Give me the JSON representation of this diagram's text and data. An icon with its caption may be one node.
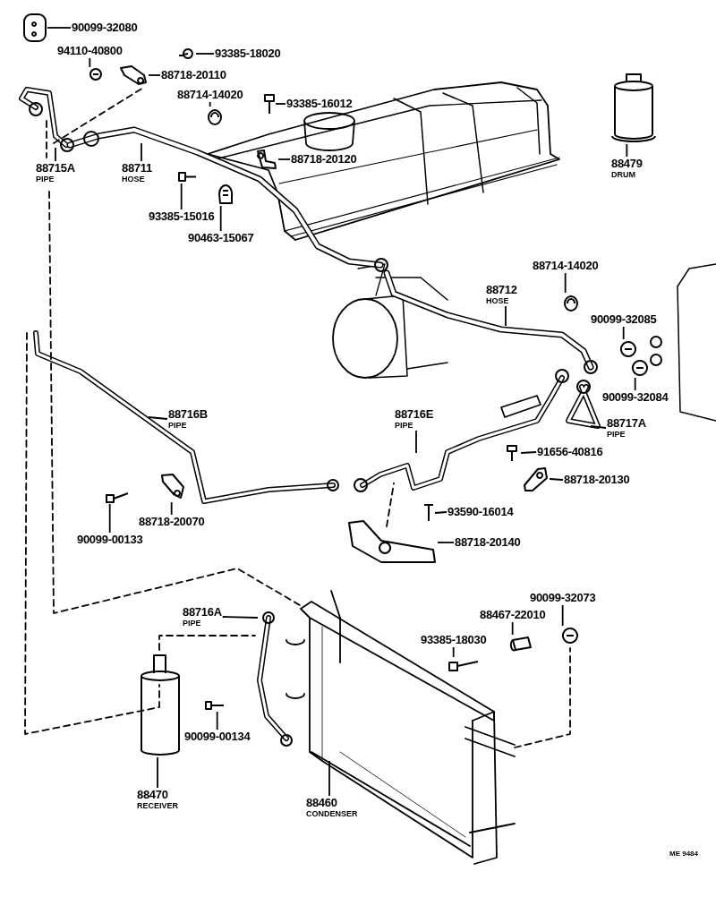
{
  "diagram": {
    "nodes": [
      {
        "text": [
          "90099-32080"
        ]
      },
      {
        "text": [
          "94110-40800"
        ]
      },
      {
        "text": [
          "93385-18020"
        ]
      },
      {
        "text": [
          "88718-20110"
        ]
      },
      {
        "text": [
          "88714-14020"
        ]
      },
      {
        "text": [
          "93385-16012"
        ]
      },
      {
        "text": [
          "88718-20120"
        ]
      },
      {
        "text": [
          "88715A",
          "PIPE"
        ]
      },
      {
        "text": [
          "88711",
          "HOSE"
        ]
      },
      {
        "text": [
          "93385-15016"
        ]
      },
      {
        "text": [
          "90463-15067"
        ]
      },
      {
        "text": [
          "88479",
          "DRUM"
        ]
      },
      {
        "text": [
          "88714-14020"
        ]
      },
      {
        "text": [
          "88712",
          "HOSE"
        ]
      },
      {
        "text": [
          "90099-32085"
        ]
      },
      {
        "text": [
          "90099-32084"
        ]
      },
      {
        "text": [
          "88716B",
          "PIPE"
        ]
      },
      {
        "text": [
          "88716E",
          "PIPE"
        ]
      },
      {
        "text": [
          "88717A",
          "PIPE"
        ]
      },
      {
        "text": [
          "91656-40816"
        ]
      },
      {
        "text": [
          "88718-20130"
        ]
      },
      {
        "text": [
          "88718-20070"
        ]
      },
      {
        "text": [
          "90099-00133"
        ]
      },
      {
        "text": [
          "93590-16014"
        ]
      },
      {
        "text": [
          "88718-20140"
        ]
      },
      {
        "text": [
          "88716A",
          "PIPE"
        ]
      },
      {
        "text": [
          "90099-32073"
        ]
      },
      {
        "text": [
          "88467-22010"
        ]
      },
      {
        "text": [
          "93385-18030"
        ]
      },
      {
        "text": [
          "90099-00134"
        ]
      },
      {
        "text": [
          "88470",
          "RECEIVER"
        ]
      },
      {
        "text": [
          "88460",
          "CONDENSER"
        ]
      },
      {
        "text": [],
        "shape": "picture"
      },
      {
        "text": [],
        "shape": "picture"
      },
      {
        "text": [],
        "shape": "picture"
      },
      {
        "text": [],
        "shape": "picture"
      },
      {
        "text": [],
        "shape": "picture"
      },
      {
        "text": [],
        "shape": "picture"
      },
      {
        "text": [],
        "shape": "picture"
      },
      {
        "text": [],
        "shape": "picture"
      },
      {
        "text": [],
        "shape": "picture"
      },
      {
        "text": [],
        "shape": "picture"
      },
      {
        "text": [],
        "shape": "picture"
      },
      {
        "text": [],
        "shape": "picture"
      },
      {
        "text": [],
        "shape": "picture"
      },
      {
        "text": [],
        "shape": "picture"
      },
      {
        "text": [],
        "shape": "picture"
      },
      {
        "text": [],
        "shape": "picture"
      },
      {
        "text": [],
        "shape": "picture"
      },
      {
        "text": [],
        "shape": "picture"
      },
      {
        "text": [],
        "shape": "picture"
      },
      {
        "text": [],
        "shape": "picture"
      },
      {
        "text": [],
        "shape": "picture"
      },
      {
        "text": [],
        "shape": "picture"
      },
      {
        "text": [],
        "shape": "picture"
      },
      {
        "text": [],
        "shape": "picture"
      }
    ],
    "edges": [
      {
        "from": 0,
        "to": 32,
        "arrow": "none"
      },
      {
        "from": 1,
        "to": 33,
        "arrow": "none"
      },
      {
        "from": 2,
        "to": 34,
        "arrow": "none"
      },
      {
        "from": 3,
        "to": 35,
        "arrow": "none"
      },
      {
        "from": 4,
        "to": 36,
        "arrow": "none"
      },
      {
        "from": 5,
        "to": 37,
        "arrow": "none"
      },
      {
        "from": 6,
        "to": 38,
        "arrow": "none"
      },
      {
        "from": 7,
        "to": null,
        "arrow": "none"
      },
      {
        "from": 8,
        "to": null,
        "arrow": "none"
      },
      {
        "from": 9,
        "to": 39,
        "arrow": "none"
      },
      {
        "from": 10,
        "to": 40,
        "arrow": "none"
      },
      {
        "from": 11,
        "to": 41,
        "arrow": "none"
      },
      {
        "from": 12,
        "to": 42,
        "arrow": "none"
      },
      {
        "from": 13,
        "to": null,
        "arrow": "none"
      },
      {
        "from": 14,
        "to": 43,
        "arrow": "none"
      },
      {
        "from": 15,
        "to": 44,
        "arrow": "none"
      },
      {
        "from": 16,
        "to": null,
        "arrow": "none"
      },
      {
        "from": 17,
        "to": null,
        "arrow": "none"
      },
      {
        "from": 18,
        "to": null,
        "arrow": "none"
      },
      {
        "from": 19,
        "to": 45,
        "arrow": "none"
      },
      {
        "from": 20,
        "to": 46,
        "arrow": "none"
      },
      {
        "from": 21,
        "to": 47,
        "arrow": "none"
      },
      {
        "from": 22,
        "to": 48,
        "arrow": "none"
      },
      {
        "from": 23,
        "to": 49,
        "arrow": "none"
      },
      {
        "from": 24,
        "to": 50,
        "arrow": "none"
      },
      {
        "from": 25,
        "to": null,
        "arrow": "none"
      },
      {
        "from": 26,
        "to": 51,
        "arrow": "none"
      },
      {
        "from": 27,
        "to": 52,
        "arrow": "none"
      },
      {
        "from": 28,
        "to": 53,
        "arrow": "none"
      },
      {
        "from": 29,
        "to": 54,
        "arrow": "none"
      },
      {
        "from": 30,
        "to": 55,
        "arrow": "none"
      },
      {
        "from": 31,
        "to": null,
        "arrow": "none"
      }
    ],
    "labels": [
      "ME 9484"
    ]
  }
}
